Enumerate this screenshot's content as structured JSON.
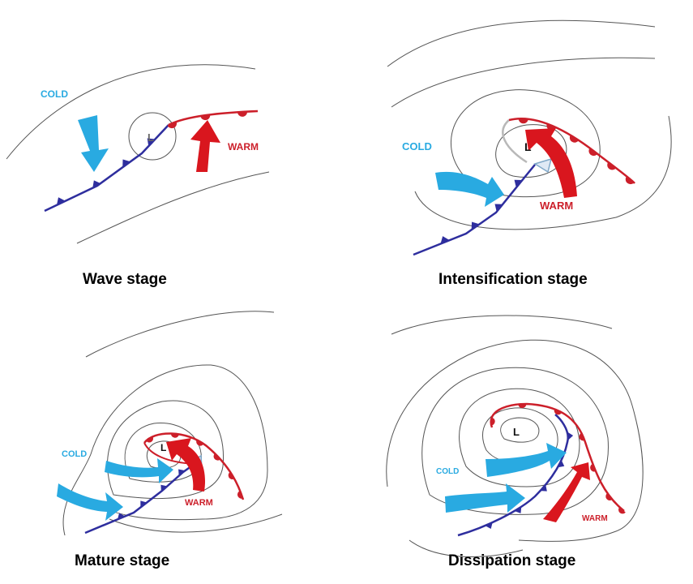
{
  "colors": {
    "cold_front": "#2e2e9e",
    "warm_front": "#cc1f2a",
    "cold_air": "#29aae1",
    "warm_air": "#d9161e",
    "isobar": "#555555",
    "occluded_front": "#b8b8b8"
  },
  "panels": [
    {
      "title": "Wave stage",
      "low": "L",
      "cold": "COLD",
      "warm": "WARM"
    },
    {
      "title": "Intensification stage",
      "low": "L",
      "cold": "COLD",
      "warm": "WARM"
    },
    {
      "title": "Mature stage",
      "low": "L",
      "cold": "COLD",
      "warm": "WARM"
    },
    {
      "title": "Dissipation stage",
      "low": "L",
      "cold": "COLD",
      "warm": "WARM"
    }
  ]
}
